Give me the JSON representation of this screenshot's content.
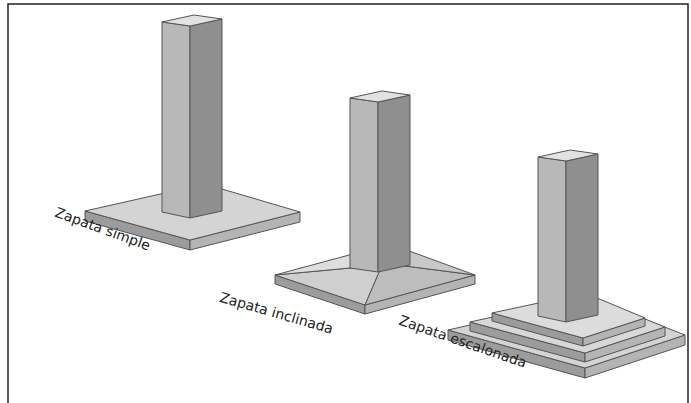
{
  "diagram": {
    "labels": [
      "Zapata simple",
      "Zapata inclinada",
      "Zapata escalonada"
    ]
  }
}
